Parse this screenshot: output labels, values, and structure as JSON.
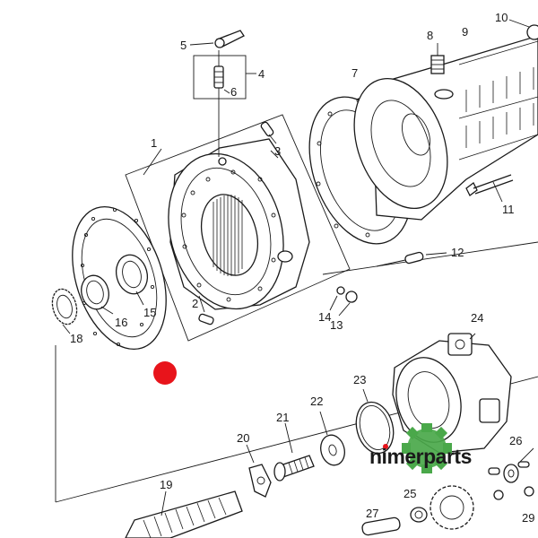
{
  "diagram": {
    "callouts": [
      {
        "id": "c1",
        "text": "1"
      },
      {
        "id": "c2",
        "text": "2"
      },
      {
        "id": "c3",
        "text": "3"
      },
      {
        "id": "c4",
        "text": "4"
      },
      {
        "id": "c5",
        "text": "5"
      },
      {
        "id": "c6",
        "text": "6"
      },
      {
        "id": "c7",
        "text": "7"
      },
      {
        "id": "c8",
        "text": "8"
      },
      {
        "id": "c9",
        "text": "9"
      },
      {
        "id": "c10",
        "text": "10"
      },
      {
        "id": "c11",
        "text": "11"
      },
      {
        "id": "c12",
        "text": "12"
      },
      {
        "id": "c13",
        "text": "13"
      },
      {
        "id": "c14",
        "text": "14"
      },
      {
        "id": "c15",
        "text": "15"
      },
      {
        "id": "c16",
        "text": "16"
      },
      {
        "id": "c18",
        "text": "18"
      },
      {
        "id": "c19",
        "text": "19"
      },
      {
        "id": "c20",
        "text": "20"
      },
      {
        "id": "c21",
        "text": "21"
      },
      {
        "id": "c22",
        "text": "22"
      },
      {
        "id": "c23",
        "text": "23"
      },
      {
        "id": "c24",
        "text": "24"
      },
      {
        "id": "c25",
        "text": "25"
      },
      {
        "id": "c26",
        "text": "26"
      },
      {
        "id": "c27",
        "text": "27"
      },
      {
        "id": "c29",
        "text": "29"
      }
    ],
    "highlight_marker": {
      "color": "#e8141b"
    }
  },
  "watermark": {
    "text": "nimerparts",
    "color_dot": "#e8141b",
    "color_gear": "#4aa84a"
  }
}
